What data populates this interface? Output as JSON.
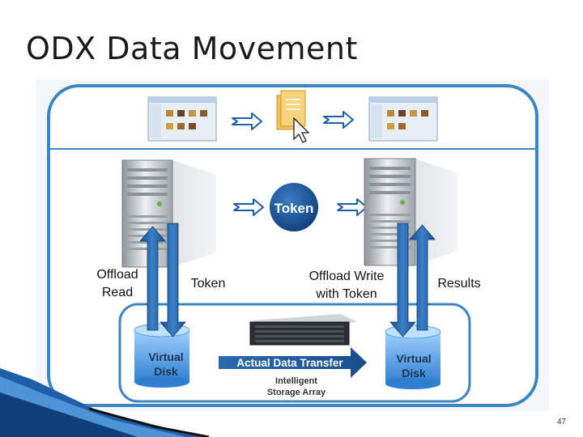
{
  "slide": {
    "title": "ODX Data Movement",
    "number": "47"
  },
  "diagram": {
    "token_badge": "Token",
    "virtual_disk_left": [
      "Virtual",
      "Disk"
    ],
    "virtual_disk_right": [
      "Virtual",
      "Disk"
    ],
    "transfer_banner": "Actual Data Transfer",
    "storage_label": [
      "Intelligent",
      "Storage Array"
    ]
  },
  "labels": {
    "offload_read": [
      "Offload",
      "Read"
    ],
    "token": "Token",
    "offload_write": [
      "Offload Write",
      "with Token"
    ],
    "results": "Results"
  },
  "colors": {
    "accent_blue": "#1f5ea8",
    "outline_blue": "#3d86c4",
    "disk_blue": "#2f7fd0"
  }
}
